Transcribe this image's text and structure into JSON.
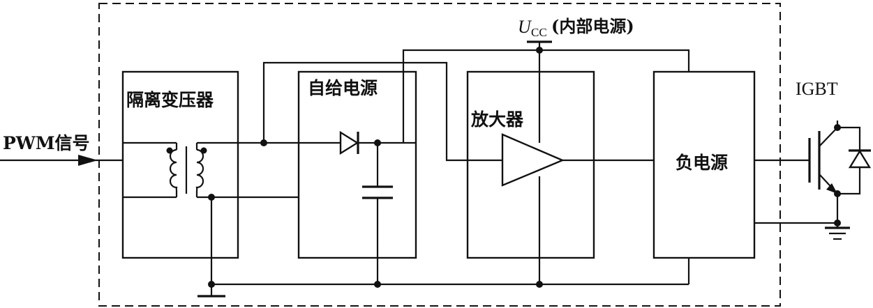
{
  "labels": {
    "pwm_signal": "PWM信号",
    "isolation_transformer": "隔离变压器",
    "self_power_supply": "自给电源",
    "amplifier": "放大器",
    "negative_power_supply": "负电源",
    "igbt": "IGBT",
    "ucc_symbol": "U",
    "ucc_subscript": "CC",
    "ucc_description": "(内部电源)"
  }
}
